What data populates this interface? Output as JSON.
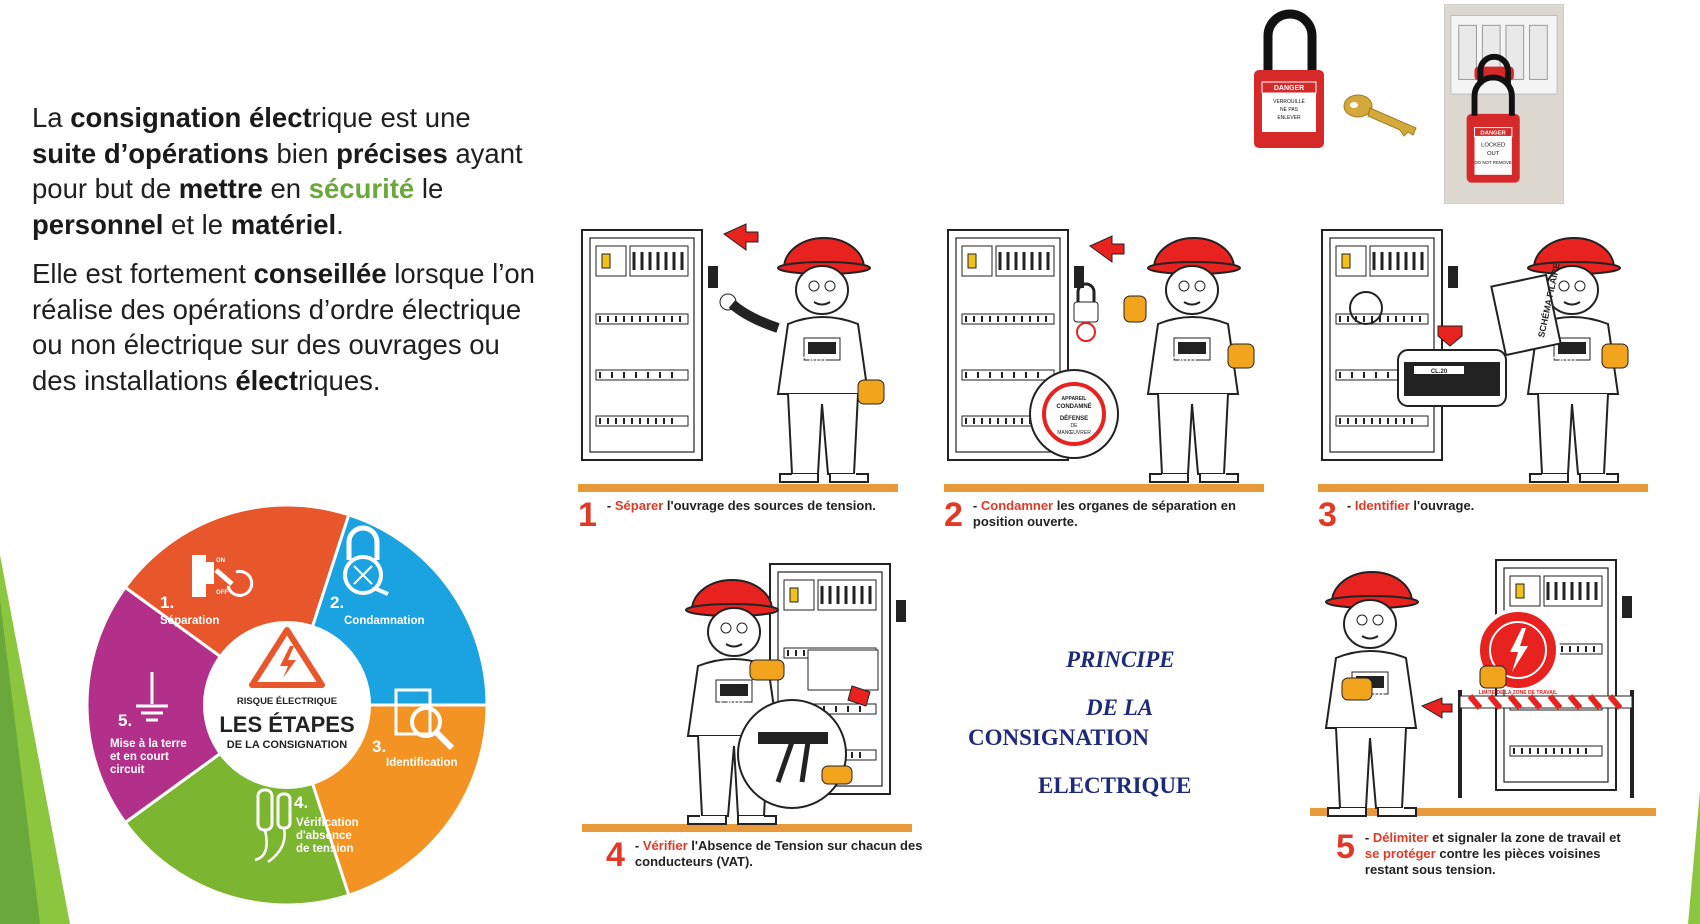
{
  "intro": {
    "p1": [
      {
        "t": "La ",
        "s": "n"
      },
      {
        "t": "consignation élect",
        "s": "b"
      },
      {
        "t": "rique est une ",
        "s": "n"
      },
      {
        "t": "suite d’opérations",
        "s": "b"
      },
      {
        "t": " bien ",
        "s": "n"
      },
      {
        "t": "précises",
        "s": "b"
      },
      {
        "t": " ayant pour but de ",
        "s": "n"
      },
      {
        "t": "mettre",
        "s": "b"
      },
      {
        "t": " en ",
        "s": "n"
      },
      {
        "t": "sécurité",
        "s": "g"
      },
      {
        "t": " le ",
        "s": "n"
      },
      {
        "t": "personnel",
        "s": "b"
      },
      {
        "t": " et le ",
        "s": "n"
      },
      {
        "t": "matériel",
        "s": "b"
      },
      {
        "t": ".",
        "s": "n"
      }
    ],
    "p2": [
      {
        "t": "Elle est fortement ",
        "s": "n"
      },
      {
        "t": "conseillée",
        "s": "b"
      },
      {
        "t": " lorsque l’on réalise des opérations d’ordre électrique ou non électrique sur des ouvrages ou des installations ",
        "s": "n"
      },
      {
        "t": "élect",
        "s": "b"
      },
      {
        "t": "riques.",
        "s": "n"
      }
    ]
  },
  "wheel": {
    "center_top": "RISQUE ÉLECTRIQUE",
    "center_title": "LES ÉTAPES",
    "center_sub": "DE LA CONSIGNATION",
    "segments": [
      {
        "num": "1.",
        "label": "Séparation",
        "color": "#e8562b"
      },
      {
        "num": "2.",
        "label": "Condamnation",
        "color": "#1aa3e0"
      },
      {
        "num": "3.",
        "label": "Identification",
        "color": "#f39323"
      },
      {
        "num": "4.",
        "label_lines": [
          "Vérification",
          "d'absence",
          "de tension"
        ],
        "color": "#7cb52f"
      },
      {
        "num": "5.",
        "label_lines": [
          "Mise à la terre",
          "et en court",
          "circuit"
        ],
        "color": "#b3308a"
      }
    ],
    "switch_on": "ON",
    "switch_off": "OFF"
  },
  "photos": {
    "padlock_tag": [
      "DANGER",
      "VERROUILLÉ",
      "NE PAS",
      "ENLEVER"
    ],
    "lockout_tag": [
      "DANGER",
      "LOCKED",
      "OUT",
      "DO NOT REMOVE"
    ]
  },
  "steps": [
    {
      "num": "1",
      "parts": [
        {
          "t": "- ",
          "r": false
        },
        {
          "t": "Séparer",
          "r": true
        },
        {
          "t": " l'ouvrage des sources de tension.",
          "r": false
        }
      ]
    },
    {
      "num": "2",
      "parts": [
        {
          "t": "- ",
          "r": false
        },
        {
          "t": "Condamner",
          "r": true
        },
        {
          "t": " les organes de séparation en position ouverte.",
          "r": false
        }
      ]
    },
    {
      "num": "3",
      "parts": [
        {
          "t": "- ",
          "r": false
        },
        {
          "t": "Identifier",
          "r": true
        },
        {
          "t": " l'ouvrage.",
          "r": false
        }
      ]
    },
    {
      "num": "4",
      "parts": [
        {
          "t": "- ",
          "r": false
        },
        {
          "t": "Vérifier",
          "r": true
        },
        {
          "t": " l'Absence de Tension sur chacun des conducteurs (VAT).",
          "r": false
        }
      ]
    },
    {
      "num": "5",
      "parts": [
        {
          "t": "- ",
          "r": false
        },
        {
          "t": "Délimiter",
          "r": true
        },
        {
          "t": " et signaler la zone de travail et ",
          "r": false
        },
        {
          "t": "se protéger",
          "r": true
        },
        {
          "t": " contre les pièces voisines restant sous tension.",
          "r": false
        }
      ]
    }
  ],
  "illustration_labels": {
    "overalls": "CATU",
    "doc": "SCHÉMA FILAIRE",
    "sign_lines": [
      "APPAREIL",
      "CONDAMNÉ",
      "DÉFENSE",
      "DE",
      "MANŒUVRER"
    ],
    "id_label": "CL.20",
    "zone_sign": "LIMITE DE LA ZONE DE TRAVAIL"
  },
  "principle": [
    "PRINCIPE",
    "DE LA",
    "CONSIGNATION",
    "ELECTRIQUE"
  ],
  "colors": {
    "accent_red": "#e03a26",
    "hat_red": "#e8231f",
    "green": "#6aa83c",
    "navy": "#1d2a7a",
    "glove": "#f2a51c"
  }
}
